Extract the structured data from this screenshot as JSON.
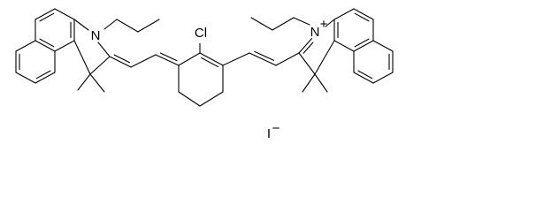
{
  "molecule": {
    "atoms": [
      {
        "id": "n-left",
        "label": "N"
      },
      {
        "id": "n-right",
        "label": "N"
      },
      {
        "id": "charge-n",
        "label": "+"
      },
      {
        "id": "cl",
        "label": "Cl"
      },
      {
        "id": "iodide",
        "label": "I"
      },
      {
        "id": "charge-i",
        "label": "−"
      }
    ]
  }
}
